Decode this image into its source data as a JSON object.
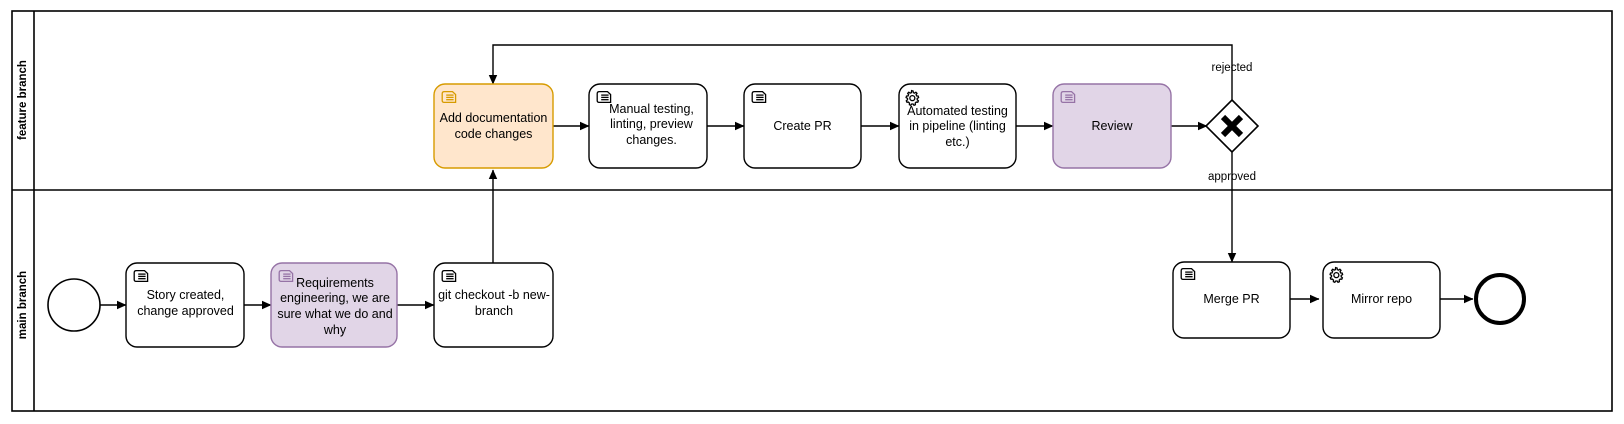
{
  "diagram": {
    "type": "bpmn-process",
    "title": "",
    "pool": {
      "lanes": [
        {
          "id": "feature-branch",
          "label": "feature branch"
        },
        {
          "id": "main-branch",
          "label": "main branch"
        }
      ]
    },
    "colors": {
      "default_fill": "#ffffff",
      "default_stroke": "#000000",
      "orange_fill": "#ffe6cc",
      "orange_stroke": "#d79b00",
      "purple_fill": "#e1d5e7",
      "purple_stroke": "#9673a6"
    },
    "nodes": [
      {
        "id": "start-event",
        "kind": "start-event",
        "lane": "main-branch",
        "label": ""
      },
      {
        "id": "story-created",
        "kind": "manual-task",
        "lane": "main-branch",
        "label": "Story created, change approved",
        "style": "default",
        "icon": "manual-task-icon"
      },
      {
        "id": "requirements-engineering",
        "kind": "manual-task",
        "lane": "main-branch",
        "label": "Requirements engineering, we are sure what we do and why",
        "style": "purple",
        "icon": "manual-task-icon"
      },
      {
        "id": "git-checkout",
        "kind": "manual-task",
        "lane": "main-branch",
        "label": "git checkout -b new-branch",
        "style": "default",
        "icon": "manual-task-icon"
      },
      {
        "id": "add-documentation",
        "kind": "manual-task",
        "lane": "feature-branch",
        "label": "Add documentation code changes",
        "style": "orange",
        "icon": "manual-task-icon"
      },
      {
        "id": "manual-testing",
        "kind": "manual-task",
        "lane": "feature-branch",
        "label": "Manual testing, linting, preview changes.",
        "style": "default",
        "icon": "manual-task-icon"
      },
      {
        "id": "create-pr",
        "kind": "manual-task",
        "lane": "feature-branch",
        "label": "Create PR",
        "style": "default",
        "icon": "manual-task-icon"
      },
      {
        "id": "automated-testing",
        "kind": "service-task",
        "lane": "feature-branch",
        "label": "Automated testing in pipeline (linting etc.)",
        "style": "default",
        "icon": "gear-icon"
      },
      {
        "id": "review",
        "kind": "manual-task",
        "lane": "feature-branch",
        "label": "Review",
        "style": "purple",
        "icon": "manual-task-icon"
      },
      {
        "id": "review-gateway",
        "kind": "exclusive-gateway",
        "lane": "feature-branch",
        "label": ""
      },
      {
        "id": "merge-pr",
        "kind": "manual-task",
        "lane": "main-branch",
        "label": "Merge PR",
        "style": "default",
        "icon": "manual-task-icon"
      },
      {
        "id": "mirror-repo",
        "kind": "service-task",
        "lane": "main-branch",
        "label": "Mirror repo",
        "style": "default",
        "icon": "gear-icon"
      },
      {
        "id": "end-event",
        "kind": "end-event",
        "lane": "main-branch",
        "label": ""
      }
    ],
    "flows": [
      {
        "id": "f1",
        "from": "start-event",
        "to": "story-created",
        "label": ""
      },
      {
        "id": "f2",
        "from": "story-created",
        "to": "requirements-engineering",
        "label": ""
      },
      {
        "id": "f3",
        "from": "requirements-engineering",
        "to": "git-checkout",
        "label": ""
      },
      {
        "id": "f4",
        "from": "git-checkout",
        "to": "add-documentation",
        "label": ""
      },
      {
        "id": "f5",
        "from": "add-documentation",
        "to": "manual-testing",
        "label": ""
      },
      {
        "id": "f6",
        "from": "manual-testing",
        "to": "create-pr",
        "label": ""
      },
      {
        "id": "f7",
        "from": "create-pr",
        "to": "automated-testing",
        "label": ""
      },
      {
        "id": "f8",
        "from": "automated-testing",
        "to": "review",
        "label": ""
      },
      {
        "id": "f9",
        "from": "review",
        "to": "review-gateway",
        "label": ""
      },
      {
        "id": "f10",
        "from": "review-gateway",
        "to": "add-documentation",
        "label": "rejected"
      },
      {
        "id": "f11",
        "from": "review-gateway",
        "to": "merge-pr",
        "label": "approved"
      },
      {
        "id": "f12",
        "from": "merge-pr",
        "to": "mirror-repo",
        "label": ""
      },
      {
        "id": "f13",
        "from": "mirror-repo",
        "to": "end-event",
        "label": ""
      }
    ]
  }
}
